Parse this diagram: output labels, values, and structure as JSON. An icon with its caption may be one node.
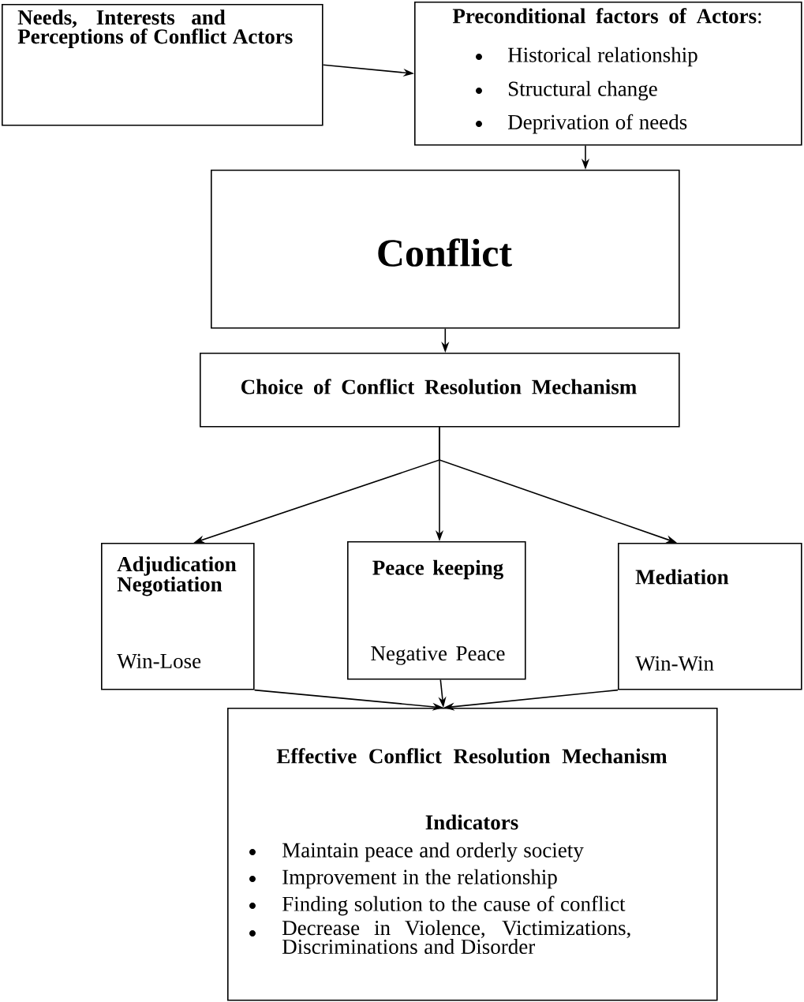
{
  "diagram": {
    "nodes": [
      {
        "text": [
          "Needs, Interests and Perceptions of Conflict Actors"
        ]
      },
      {
        "text": [
          "**Preconditional factors of Actors**:",
          "Historical relationship",
          "Structural change",
          "Deprivation of needs"
        ]
      },
      {
        "text": [
          "Conflict"
        ]
      },
      {
        "text": [
          "Choice of Conflict Resolution Mechanism"
        ]
      },
      {
        "text": [
          "Adjudication Negotiation",
          "Win-Lose"
        ]
      },
      {
        "text": [
          "Peace keeping",
          "Negative Peace"
        ]
      },
      {
        "text": [
          "Mediation",
          "Win-Win"
        ]
      },
      {
        "text": [
          "Effective Conflict Resolution Mechanism",
          "Indicators",
          "Maintain peace and orderly society",
          "Improvement in the relationship",
          "Finding solution to the cause of conflict",
          "Decrease in Violence, Victimizations, Discriminations and Disorder"
        ]
      }
    ],
    "edges": [
      {
        "from": 0,
        "to": 1,
        "arrow": "to"
      },
      {
        "from": 1,
        "to": 2,
        "arrow": "to"
      },
      {
        "from": 2,
        "to": 3,
        "arrow": "to"
      },
      {
        "from": 3,
        "to": 4,
        "arrow": "to"
      },
      {
        "from": 3,
        "to": 5,
        "arrow": "to"
      },
      {
        "from": 3,
        "to": 6,
        "arrow": "to"
      },
      {
        "from": 4,
        "to": 7,
        "arrow": "to"
      },
      {
        "from": 5,
        "to": 7,
        "arrow": "to"
      },
      {
        "from": 6,
        "to": 7,
        "arrow": "to"
      }
    ]
  }
}
